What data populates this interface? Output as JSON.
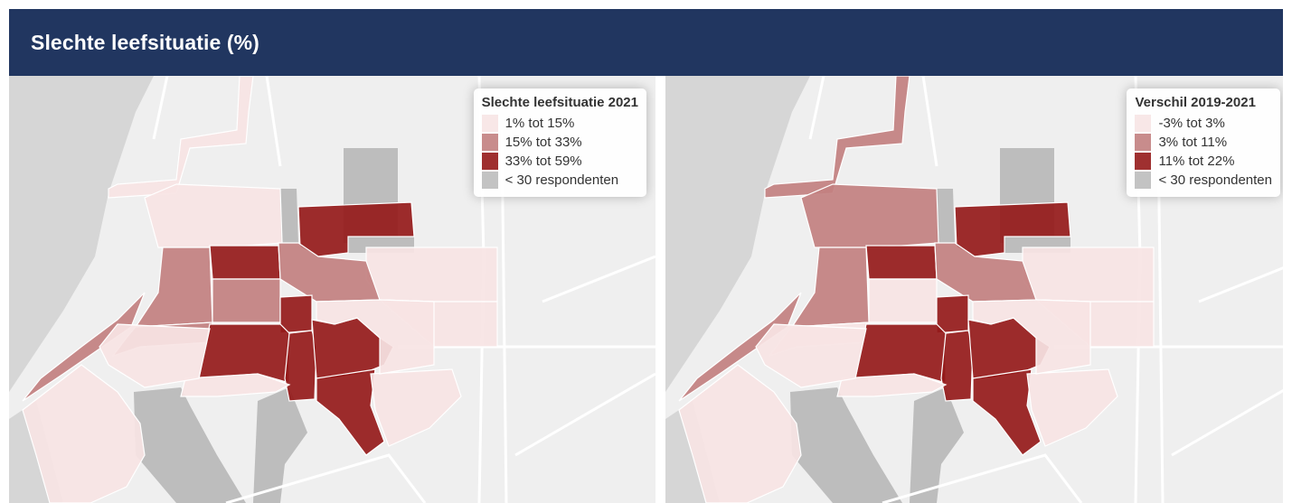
{
  "header": {
    "title": "Slechte leefsituatie (%)"
  },
  "colors": {
    "header_bg": "#213660",
    "class_low": "#f7e4e4",
    "class_mid": "#c28080",
    "class_high": "#951a1a",
    "no_data": "#bdbdbd",
    "water": "#d6d6d6",
    "land": "#efefef"
  },
  "maps": [
    {
      "legend": {
        "title": "Slechte leefsituatie 2021",
        "items": [
          {
            "label": "1% tot 15%",
            "color": "#f7e4e4"
          },
          {
            "label": "15% tot 33%",
            "color": "#c28080"
          },
          {
            "label": "33% tot 59%",
            "color": "#951a1a"
          },
          {
            "label": "< 30 respondenten",
            "color": "#bdbdbd"
          }
        ]
      },
      "districts": {
        "harbor": "low",
        "central": "low",
        "east_a": "low",
        "east_b": "low",
        "ne_block": "high",
        "mid_left_a": "high",
        "mid_left_b": "mid",
        "west_strip": "mid",
        "west_wedge": "mid",
        "mid_east": "mid",
        "small_center": "high",
        "south_center": "high",
        "south_mid": "high",
        "south_east": "high",
        "south_tip": "high",
        "coast_sw": "mid",
        "sw_big": "low",
        "s_band": "low",
        "se_area": "low",
        "w_mid": "low",
        "east_mid": "low"
      }
    },
    {
      "legend": {
        "title": "Verschil 2019-2021",
        "items": [
          {
            "label": "-3% tot 3%",
            "color": "#f7e4e4"
          },
          {
            "label": "3% tot 11%",
            "color": "#c28080"
          },
          {
            "label": "11% tot 22%",
            "color": "#951a1a"
          },
          {
            "label": "< 30 respondenten",
            "color": "#bdbdbd"
          }
        ]
      },
      "districts": {
        "harbor": "mid",
        "central": "mid",
        "east_a": "low",
        "east_b": "low",
        "ne_block": "high",
        "mid_left_a": "high",
        "mid_left_b": "low",
        "west_strip": "mid",
        "west_wedge": "low",
        "mid_east": "mid",
        "small_center": "high",
        "south_center": "high",
        "south_mid": "high",
        "south_east": "high",
        "south_tip": "high",
        "coast_sw": "mid",
        "sw_big": "low",
        "s_band": "low",
        "se_area": "low",
        "w_mid": "low",
        "east_mid": "low"
      }
    }
  ]
}
